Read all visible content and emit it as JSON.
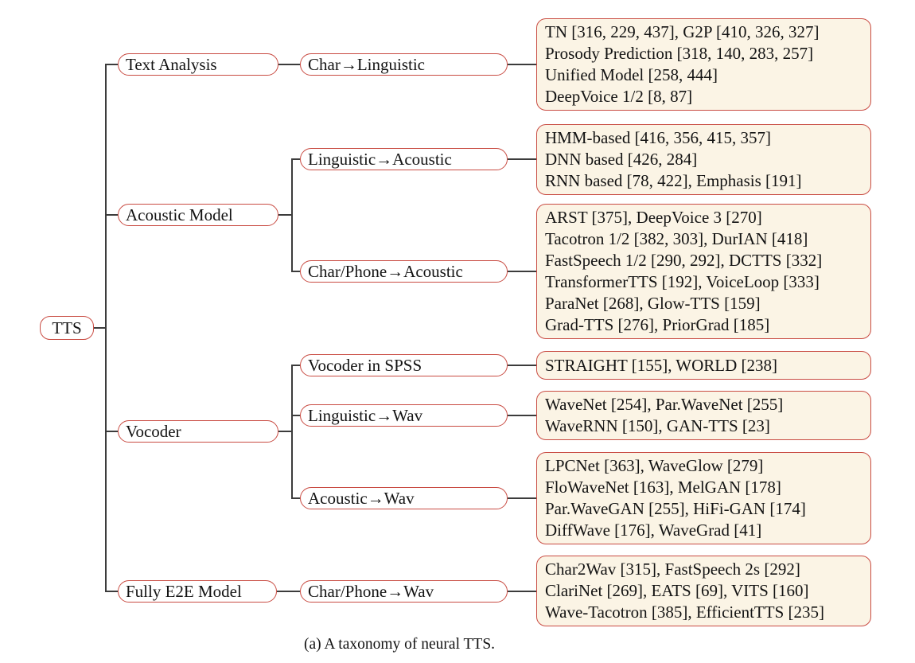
{
  "caption": "(a) A taxonomy of neural TTS.",
  "colors": {
    "node_border": "#c94c43",
    "node_bg": "#ffffff",
    "leaf_bg": "#fbf4e5",
    "edge": "#3c3c3c",
    "text": "#131313"
  },
  "tree": {
    "root": "TTS",
    "branches": [
      {
        "label": "Text Analysis",
        "children": [
          {
            "label": "Char→Linguistic",
            "leaf_lines": [
              "TN [316, 229, 437], G2P [410, 326, 327]",
              "Prosody Prediction [318, 140, 283, 257]",
              "Unified Model [258, 444]",
              "DeepVoice 1/2 [8, 87]"
            ]
          }
        ]
      },
      {
        "label": "Acoustic Model",
        "children": [
          {
            "label": "Linguistic→Acoustic",
            "leaf_lines": [
              "HMM-based [416, 356, 415, 357]",
              "DNN based [426, 284]",
              "RNN based [78, 422], Emphasis [191]"
            ]
          },
          {
            "label": "Char/Phone→Acoustic",
            "leaf_lines": [
              "ARST [375], DeepVoice 3 [270]",
              "Tacotron 1/2 [382, 303], DurIAN [418]",
              "FastSpeech 1/2 [290, 292], DCTTS [332]",
              "TransformerTTS [192], VoiceLoop [333]",
              "ParaNet [268], Glow-TTS [159]",
              "Grad-TTS [276], PriorGrad [185]"
            ]
          }
        ]
      },
      {
        "label": "Vocoder",
        "children": [
          {
            "label": "Vocoder in SPSS",
            "leaf_lines": [
              "STRAIGHT [155], WORLD [238]"
            ]
          },
          {
            "label": "Linguistic→Wav",
            "leaf_lines": [
              "WaveNet [254], Par.WaveNet [255]",
              "WaveRNN [150], GAN-TTS [23]"
            ]
          },
          {
            "label": "Acoustic→Wav",
            "leaf_lines": [
              "LPCNet [363], WaveGlow [279]",
              "FloWaveNet [163], MelGAN [178]",
              "Par.WaveGAN [255], HiFi-GAN [174]",
              "DiffWave [176], WaveGrad [41]"
            ]
          }
        ]
      },
      {
        "label": "Fully E2E Model",
        "children": [
          {
            "label": "Char/Phone→Wav",
            "leaf_lines": [
              "Char2Wav [315], FastSpeech 2s [292]",
              "ClariNet [269], EATS [69], VITS [160]",
              "Wave-Tacotron [385], EfficientTTS [235]"
            ]
          }
        ]
      }
    ]
  }
}
